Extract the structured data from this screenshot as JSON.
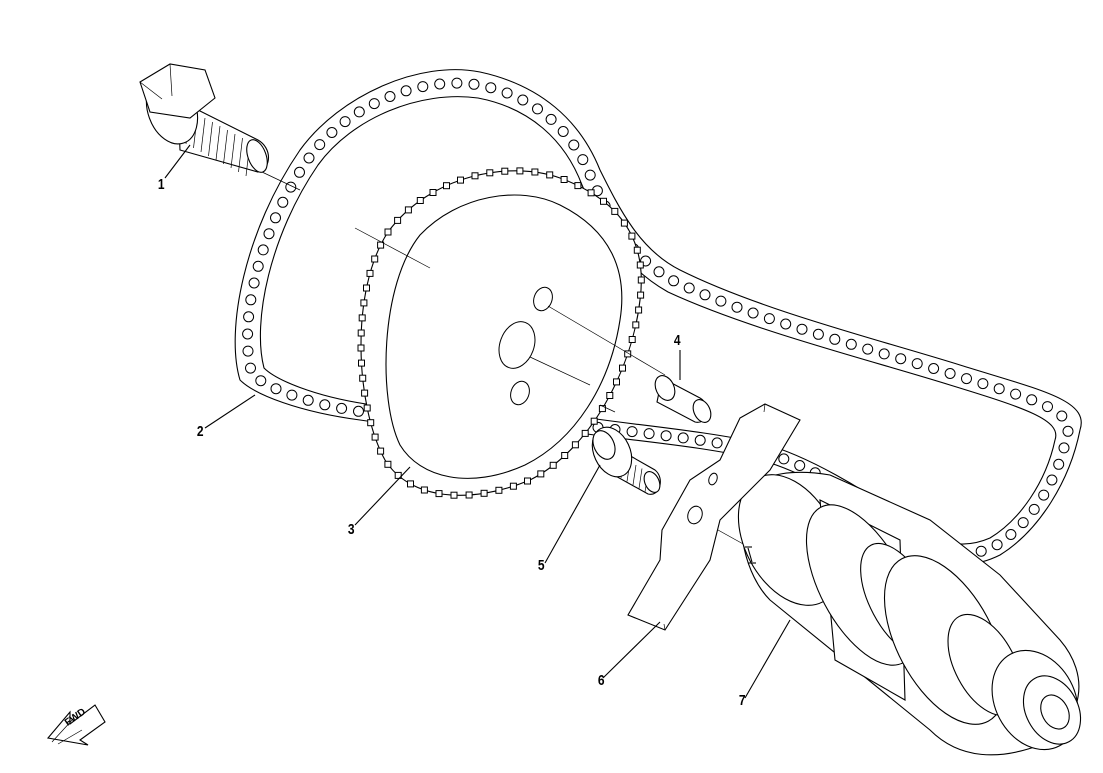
{
  "callouts": [
    {
      "id": "1",
      "label": "1",
      "part": "flange-bolt"
    },
    {
      "id": "2",
      "label": "2",
      "part": "timing-chain"
    },
    {
      "id": "3",
      "label": "3",
      "part": "cam-sprocket"
    },
    {
      "id": "4",
      "label": "4",
      "part": "dowel-pin"
    },
    {
      "id": "5",
      "label": "5",
      "part": "stud-bolt"
    },
    {
      "id": "6",
      "label": "6",
      "part": "lock-plate"
    },
    {
      "id": "7",
      "label": "7",
      "part": "camshaft"
    }
  ],
  "direction_arrow": {
    "label": "FWD"
  },
  "colors": {
    "line": "#000000",
    "fill": "#ffffff"
  }
}
